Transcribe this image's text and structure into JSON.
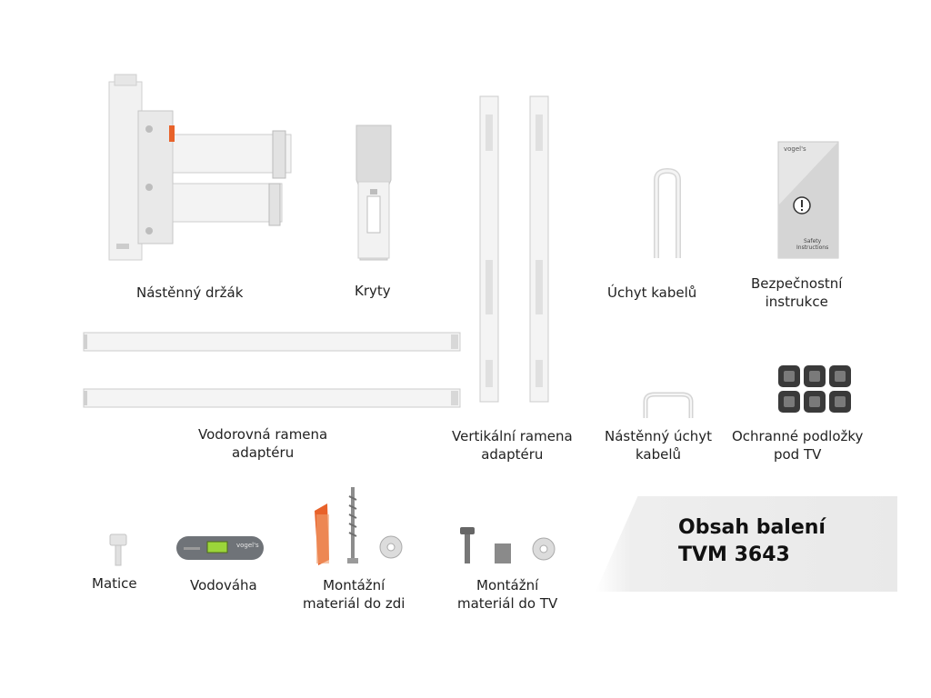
{
  "items": {
    "wall_bracket": {
      "label": "Nástěnný držák"
    },
    "covers": {
      "label": "Kryty"
    },
    "cable_clip": {
      "label": "Úchyt kabelů"
    },
    "safety": {
      "label_line1": "Bezpečnostní",
      "label_line2": "instrukce",
      "card_brand": "vogel's",
      "card_text_line1": "Safety",
      "card_text_line2": "Instructions",
      "card_icon": "exclamation-icon"
    },
    "horizontal_arms": {
      "label_line1": "Vodorovná ramena",
      "label_line2": "adaptéru"
    },
    "vertical_arms": {
      "label_line1": "Vertikální ramena",
      "label_line2": "adaptéru"
    },
    "wall_cable_clip": {
      "label_line1": "Nástěnný úchyt",
      "label_line2": "kabelů"
    },
    "pads": {
      "label_line1": "Ochranné podložky",
      "label_line2": "pod TV"
    },
    "nut": {
      "label": "Matice"
    },
    "level": {
      "label": "Vodováha",
      "brand": "vogel's"
    },
    "wall_hardware": {
      "label_line1": "Montážní",
      "label_line2": "materiál do zdi"
    },
    "tv_hardware": {
      "label_line1": "Montážní",
      "label_line2": "materiál do TV"
    }
  },
  "summary": {
    "line1": "Obsah balení",
    "line2": "TVM 3643"
  },
  "colors": {
    "accent_orange": "#e8622a",
    "level_gray": "#6f7378",
    "level_green": "#9bd53a",
    "pad_dark": "#3a3a3a",
    "banner_gray": "#e9e9e9"
  }
}
